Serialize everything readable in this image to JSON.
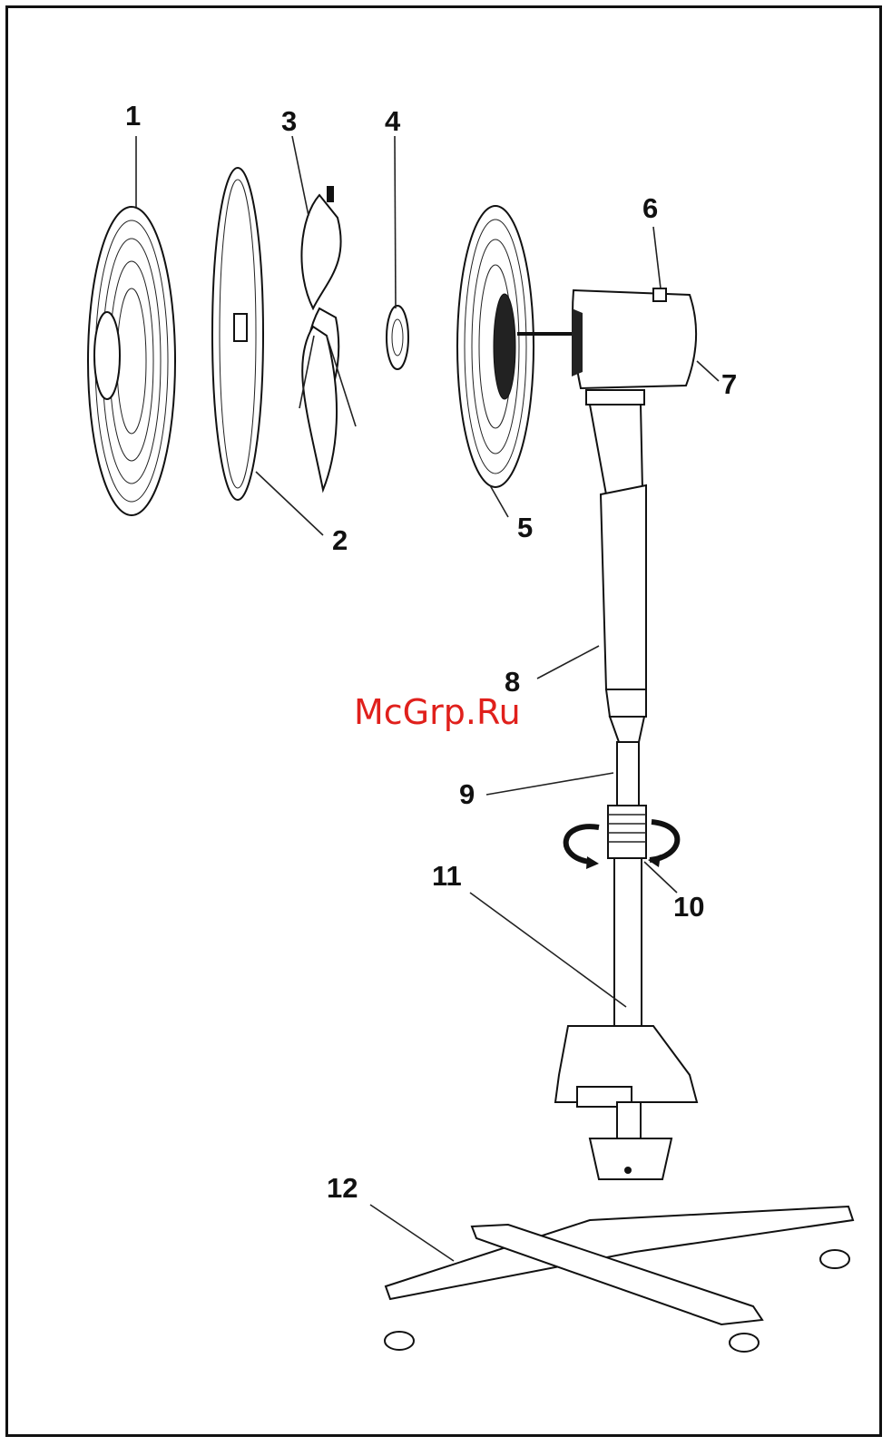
{
  "labels": {
    "p1": "1",
    "p2": "2",
    "p3": "3",
    "p4": "4",
    "p5": "5",
    "p6": "6",
    "p7": "7",
    "p8": "8",
    "p9": "9",
    "p10": "10",
    "p11": "11",
    "p12": "12"
  },
  "watermark": "McGrp.Ru",
  "colors": {
    "ink": "#111111",
    "watermark": "#e0201c",
    "background": "#ffffff"
  }
}
